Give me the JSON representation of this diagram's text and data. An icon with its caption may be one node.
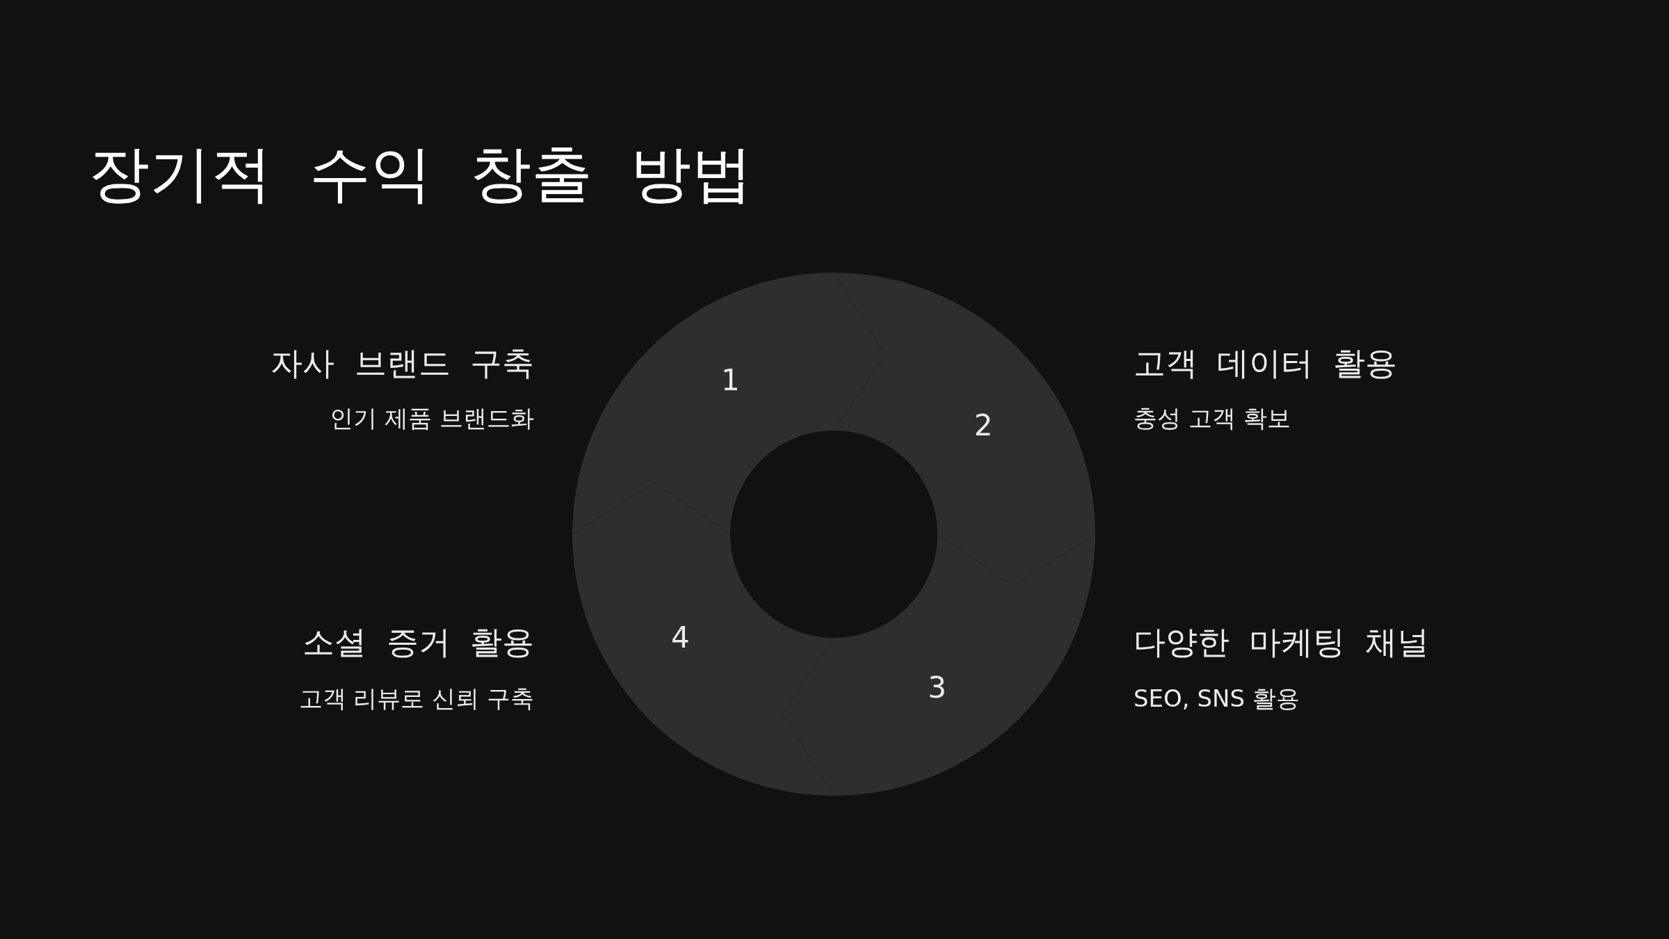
{
  "diagram": {
    "title": "장기적 수익 창출 방법",
    "nodes": [
      {
        "text": [
          "1"
        ],
        "beside": [
          "자사 브랜드 구축",
          "인기 제품 브랜드화"
        ]
      },
      {
        "text": [
          "2"
        ],
        "beside": [
          "고객 데이터 활용",
          "충성 고객 확보"
        ]
      },
      {
        "text": [
          "3"
        ],
        "beside": [
          "다양한 마케팅 채널",
          "SEO, SNS 활용"
        ]
      },
      {
        "text": [
          "4"
        ],
        "beside": [
          "소셜 증거 활용",
          "고객 리뷰로 신뢰 구축"
        ]
      }
    ]
  }
}
